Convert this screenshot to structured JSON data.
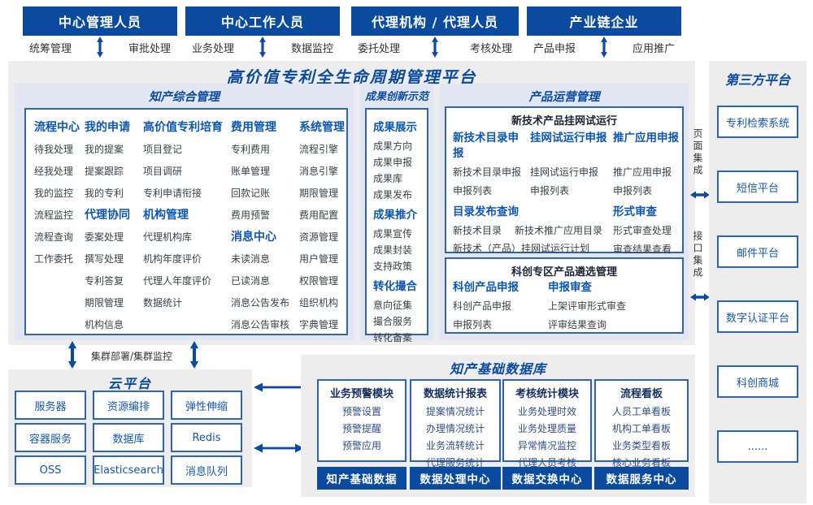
{
  "roles": [
    {
      "title": "中心管理人员",
      "left": "统筹管理",
      "right": "审批处理"
    },
    {
      "title": "中心工作人员",
      "left": "业务处理",
      "right": "数据监控"
    },
    {
      "title": "代理机构 / 代理人员",
      "left": "委托处理",
      "right": "考核处理"
    },
    {
      "title": "产业链企业",
      "left": "产品申报",
      "right": "应用推广"
    }
  ],
  "platform": {
    "title": "高价值专利全生命周期管理平台"
  },
  "ip": {
    "title": "知产综合管理",
    "g1": {
      "header": "流程中心",
      "items": [
        "待我处理",
        "经我处理",
        "我的监控",
        "流程监控",
        "流程查询",
        "工作委托"
      ]
    },
    "g2": {
      "header": "我的申请",
      "items": [
        "我的提案",
        "提案跟踪",
        "我的专利"
      ]
    },
    "g3": {
      "header": "代理协同",
      "items": [
        "委案处理",
        "撰写处理",
        "专利答复",
        "期限管理",
        "机构信息"
      ]
    },
    "g4": {
      "header": "高价值专利培育",
      "items": [
        "项目登记",
        "项目调研",
        "专利申请衔接"
      ]
    },
    "g5": {
      "header": "机构管理",
      "items": [
        "代理机构库",
        "机构年度评价",
        "代理人年度评价",
        "数据统计"
      ]
    },
    "g6": {
      "header": "费用管理",
      "items": [
        "专利费用",
        "账单管理",
        "回款记账",
        "费用预警"
      ]
    },
    "g7": {
      "header": "消息中心",
      "items": [
        "未读消息",
        "已读消息",
        "消息公告发布",
        "消息公告审核"
      ]
    },
    "g8": {
      "header": "系统管理",
      "items": [
        "流程引擎",
        "消息引擎",
        "期限管理",
        "费用配置",
        "资源管理",
        "用户管理",
        "权限管理",
        "组织机构",
        "字典管理"
      ]
    }
  },
  "achievement": {
    "title": "成果创新示范",
    "g1": {
      "header": "成果展示",
      "items": [
        "成果方向",
        "成果申报",
        "成果库",
        "成果发布"
      ]
    },
    "g2": {
      "header": "成果推介",
      "items": [
        "成果宣传",
        "成果封装",
        "支持政策"
      ]
    },
    "g3": {
      "header": "转化撮合",
      "items": [
        "意向征集",
        "撮合服务",
        "转化备案"
      ]
    }
  },
  "product": {
    "title": "产品运营管理",
    "boxA": {
      "title": "新技术产品挂网试运行",
      "g1": {
        "header": "新技术目录申报",
        "items": [
          "新技术目录申报",
          "申报列表"
        ]
      },
      "g2": {
        "header": "挂网试运行申报",
        "items": [
          "挂网试运行申报",
          "申报列表"
        ]
      },
      "g3": {
        "header": "推广应用申报",
        "items": [
          "推广应用申报",
          "申报列表"
        ]
      },
      "g4": {
        "header": "目录发布查询",
        "row1a": "新技术目录",
        "row1b": "新技术推广应用目录",
        "row2": "新技术（产品）挂网试运行计划"
      },
      "g5": {
        "header": "形式审查",
        "items": [
          "形式审查处理",
          "审查结果查看"
        ]
      }
    },
    "boxB": {
      "title": "科创专区产品遴选管理",
      "g1": {
        "header": "科创产品申报",
        "items": [
          "科创产品申报",
          "申报列表"
        ]
      },
      "g2": {
        "header": "申报审查",
        "items": [
          "上架评审形式审查",
          "评审结果查询"
        ]
      }
    }
  },
  "integration": {
    "page": "页面集成",
    "api": "接口集成"
  },
  "third_party": {
    "title": "第三方平台",
    "items": [
      "专利检索系统",
      "短信平台",
      "邮件平台",
      "数字认证平台",
      "科创商城",
      "......"
    ]
  },
  "cluster_label": "集群部署/集群监控",
  "cloud": {
    "title": "云平台",
    "items": [
      "服务器",
      "资源编排",
      "弹性伸缩",
      "容器服务",
      "数据库",
      "Redis",
      "OSS",
      "Elasticsearch",
      "消息队列"
    ]
  },
  "database": {
    "title": "知产基础数据库",
    "modules": [
      {
        "header": "业务预警模块",
        "items": [
          "预警设置",
          "预警提醒",
          "预警应用"
        ],
        "footer": "知产基础数据"
      },
      {
        "header": "数据统计报表",
        "items": [
          "提案情况统计",
          "办理情况统计",
          "业务流转统计",
          "代理服务统计"
        ],
        "footer": "数据处理中心"
      },
      {
        "header": "考核统计模块",
        "items": [
          "业务处理时效",
          "业务处理质量",
          "异常情况监控",
          "代理人员考核"
        ],
        "footer": "数据交换中心"
      },
      {
        "header": "流程看板",
        "items": [
          "人员工单看板",
          "机构工单看板",
          "业务类型看板",
          "核心业务看板"
        ],
        "footer": "数据服务中心"
      }
    ]
  },
  "colors": {
    "primary": "#0a4a9f",
    "header_blue": "#0d57b4",
    "panel_gray": "#ededed",
    "panel_lavender": "#e2e6f3",
    "border_blue": "#2e64b0"
  }
}
